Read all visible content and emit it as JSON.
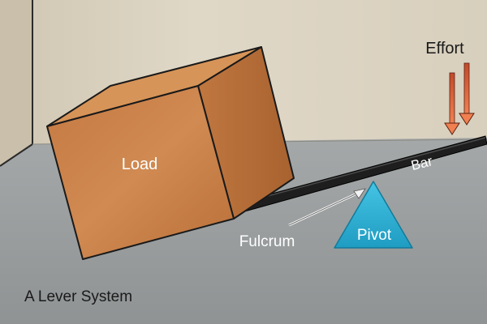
{
  "labels": {
    "load": "Load",
    "bar": "Bar",
    "effort": "Effort",
    "fulcrum": "Fulcrum",
    "pivot": "Pivot",
    "caption": "A Lever System"
  },
  "colors": {
    "wall": "#ddd5c3",
    "floor": "#9fa3a4",
    "box_front": "#c87d45",
    "box_top": "#d48f57",
    "box_side": "#b8703c",
    "pivot": "#2eb3d6",
    "effort_arrow": "#e0603a",
    "bar": "#1e1e1e"
  }
}
